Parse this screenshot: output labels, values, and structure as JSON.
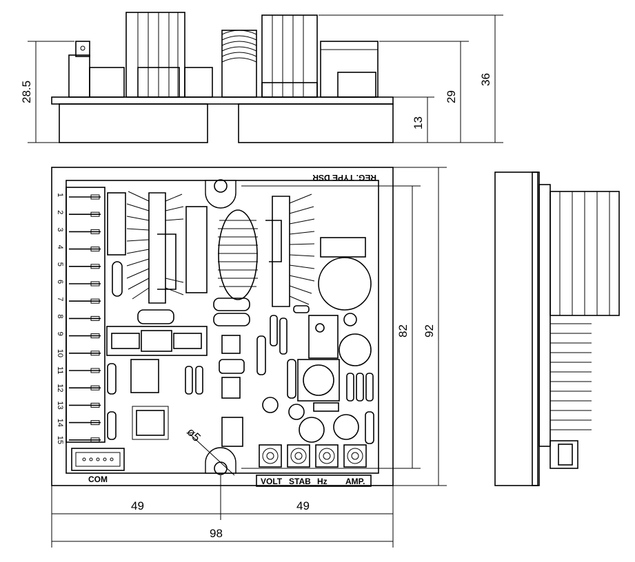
{
  "dimensions": {
    "side_height_small": "28.5",
    "side_height_mid": "29",
    "side_height_base": "13",
    "side_height_total": "36",
    "board_height_inner": "82",
    "board_height_total": "92",
    "width_left": "49",
    "width_right": "49",
    "width_total": "98",
    "hole_diameter": "ø5"
  },
  "board": {
    "type_label": "REG. TYPE DSR",
    "connector_label": "COM",
    "terminal_numbers": [
      "1",
      "2",
      "3",
      "4",
      "5",
      "6",
      "7",
      "8",
      "9",
      "10",
      "11",
      "12",
      "13",
      "14",
      "15"
    ],
    "trimmer_labels": [
      "VOLT",
      "STAB",
      "Hz",
      "AMP."
    ]
  }
}
